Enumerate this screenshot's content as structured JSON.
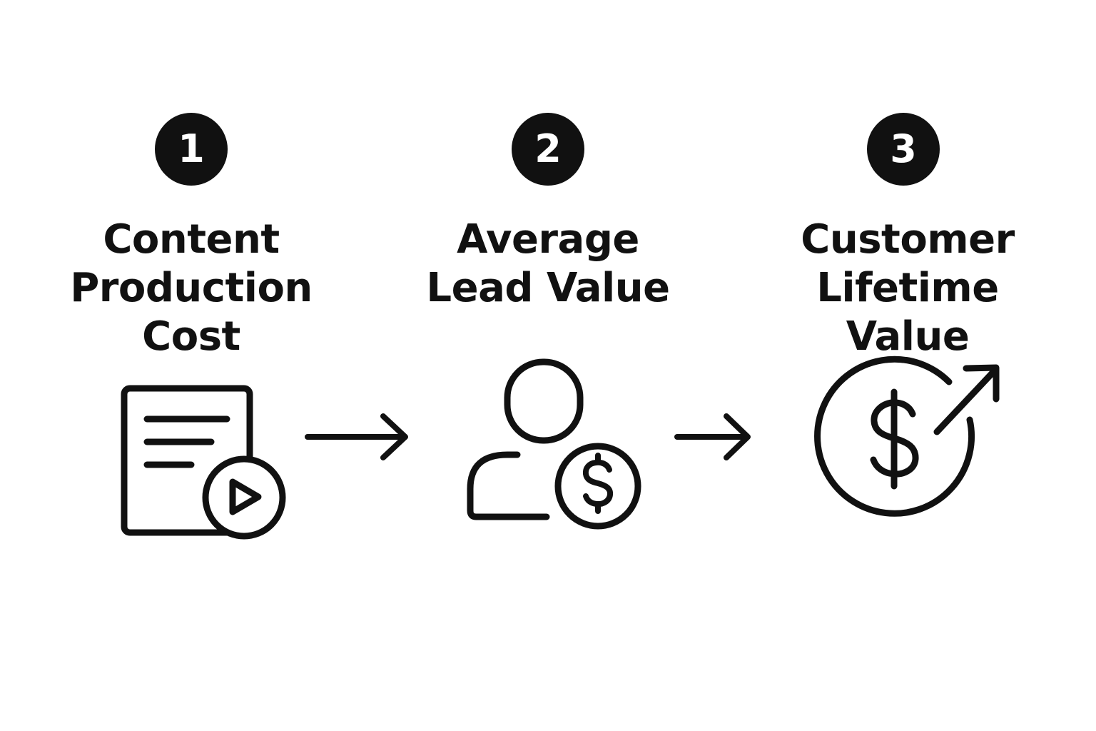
{
  "steps": [
    {
      "number": "1",
      "label_lines": [
        "Content",
        "Production",
        "Cost"
      ],
      "icon": "document-play-icon"
    },
    {
      "number": "2",
      "label_lines": [
        "Average",
        "Lead Value"
      ],
      "icon": "user-dollar-icon"
    },
    {
      "number": "3",
      "label_lines": [
        "Customer",
        "Lifetime Value"
      ],
      "icon": "dollar-growth-icon"
    }
  ],
  "connectors": [
    "arrow-right-icon",
    "arrow-right-icon"
  ],
  "colors": {
    "ink": "#111111",
    "background": "#ffffff",
    "badge_text": "#ffffff"
  }
}
